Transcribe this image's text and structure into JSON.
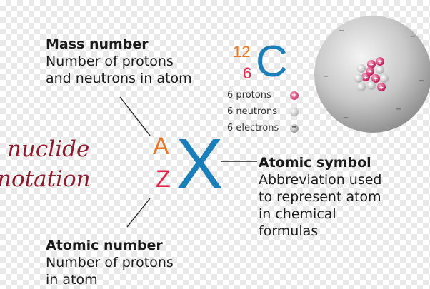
{
  "nuclide_notation": [
    "nuclide",
    "notation"
  ],
  "mass_number": {
    "title": "Mass number",
    "lines": [
      "Number of protons",
      "and neutrons in atom"
    ]
  },
  "atomic_number": {
    "title": "Atomic number",
    "lines": [
      "Number of protons",
      "in atom"
    ]
  },
  "atomic_symbol": {
    "title": "Atomic symbol",
    "lines": [
      "Abbreviation used",
      "to represent atom",
      "in chemical",
      "formulas"
    ]
  },
  "generic_notation": {
    "mass": "A",
    "number": "Z",
    "symbol": "X"
  },
  "carbon_example": {
    "mass": "12",
    "number": "6",
    "symbol": "C",
    "particles": [
      {
        "label": "6 protons",
        "icon": "proton-icon",
        "sign": "+"
      },
      {
        "label": "6 neutrons",
        "icon": "neutron-icon",
        "sign": ""
      },
      {
        "label": "6 electrons",
        "icon": "electron-icon",
        "sign": "−"
      }
    ]
  },
  "colors": {
    "mass": "#e87722",
    "number": "#e0264b",
    "symbol": "#1a7fb8",
    "nuclide": "#8b1a2a"
  },
  "atom_model": {
    "nucleus_sign": "+",
    "electron_sign": "−"
  }
}
